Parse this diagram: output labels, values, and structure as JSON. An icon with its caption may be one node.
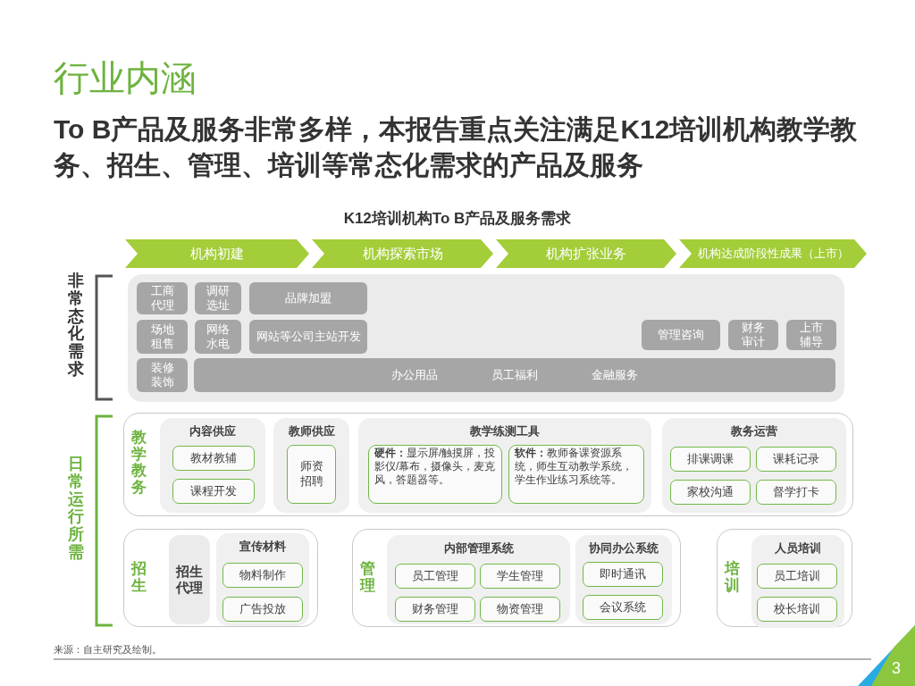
{
  "diagram": {
    "title": "行业内涵",
    "nodes": [
      {
        "text": [
          "机构初建"
        ]
      },
      {
        "text": [
          "机构探索市场"
        ]
      },
      {
        "text": [
          "机构扩张业务"
        ]
      },
      {
        "text": [
          "机构达成阶段性成果（上市）"
        ]
      },
      {
        "text": [],
        "shape": "box"
      },
      {
        "text": [
          "工商代理"
        ],
        "in": 4
      },
      {
        "text": [
          "调研选址"
        ],
        "in": 4
      },
      {
        "text": [
          "品牌加盟"
        ],
        "in": 4
      },
      {
        "text": [
          "场地租售"
        ],
        "in": 4
      },
      {
        "text": [
          "网络水电"
        ],
        "in": 4
      },
      {
        "text": [
          "网站等公司主站开发"
        ],
        "in": 4
      },
      {
        "text": [
          "管理咨询"
        ],
        "in": 4
      },
      {
        "text": [
          "财务审计"
        ],
        "in": 4
      },
      {
        "text": [
          "上市辅导"
        ],
        "in": 4
      },
      {
        "text": [
          "装修装饰"
        ],
        "in": 4
      },
      {
        "text": [
          "办公用品",
          "员工福利",
          "金融服务"
        ],
        "in": 4
      },
      {
        "text": [
          "教学教务"
        ]
      },
      {
        "text": [
          "内容供应"
        ],
        "in": 16
      },
      {
        "text": [
          "教材教辅"
        ],
        "in": 17
      },
      {
        "text": [
          "课程开发"
        ],
        "in": 17
      },
      {
        "text": [
          "教师供应"
        ],
        "in": 16
      },
      {
        "text": [
          "师资招聘"
        ],
        "in": 20
      },
      {
        "text": [
          "教学练测工具"
        ],
        "in": 16
      },
      {
        "text": [
          "**硬件：**显示屏/触摸屏，投影仪/幕布，摄像头，麦克风，答题器等。"
        ],
        "in": 22
      },
      {
        "text": [
          "**软件：**教师备课资源系统，师生互动教学系统，学生作业练习系统等。"
        ],
        "in": 22
      },
      {
        "text": [
          "教务运营"
        ],
        "in": 16
      },
      {
        "text": [
          "排课调课"
        ],
        "in": 25
      },
      {
        "text": [
          "课耗记录"
        ],
        "in": 25
      },
      {
        "text": [
          "家校沟通"
        ],
        "in": 25
      },
      {
        "text": [
          "督学打卡"
        ],
        "in": 25
      },
      {
        "text": [
          "招生"
        ]
      },
      {
        "text": [
          "招生代理"
        ],
        "in": 30
      },
      {
        "text": [
          "宣传材料"
        ],
        "in": 30
      },
      {
        "text": [
          "物料制作"
        ],
        "in": 32
      },
      {
        "text": [
          "广告投放"
        ],
        "in": 32
      },
      {
        "text": [
          "管理"
        ]
      },
      {
        "text": [
          "内部管理系统"
        ],
        "in": 35
      },
      {
        "text": [
          "员工管理"
        ],
        "in": 36
      },
      {
        "text": [
          "学生管理"
        ],
        "in": 36
      },
      {
        "text": [
          "财务管理"
        ],
        "in": 36
      },
      {
        "text": [
          "物资管理"
        ],
        "in": 36
      },
      {
        "text": [
          "协同办公系统"
        ],
        "in": 35
      },
      {
        "text": [
          "即时通讯"
        ],
        "in": 41
      },
      {
        "text": [
          "会议系统"
        ],
        "in": 41
      },
      {
        "text": [
          "培训"
        ]
      },
      {
        "text": [
          "人员培训"
        ],
        "in": 44
      },
      {
        "text": [
          "员工培训"
        ],
        "in": 45
      },
      {
        "text": [
          "校长培训"
        ],
        "in": 45
      }
    ],
    "labels": [
      "To B产品及服务非常多样，本报告重点关注满足K12培训机构教学教务、招生、管理、培训等常态化需求的产品及服务",
      "K12培训机构To B产品及服务需求",
      "非常态化需求",
      "日常运行所需",
      "来源：自主研究及绘制。",
      "3"
    ]
  }
}
